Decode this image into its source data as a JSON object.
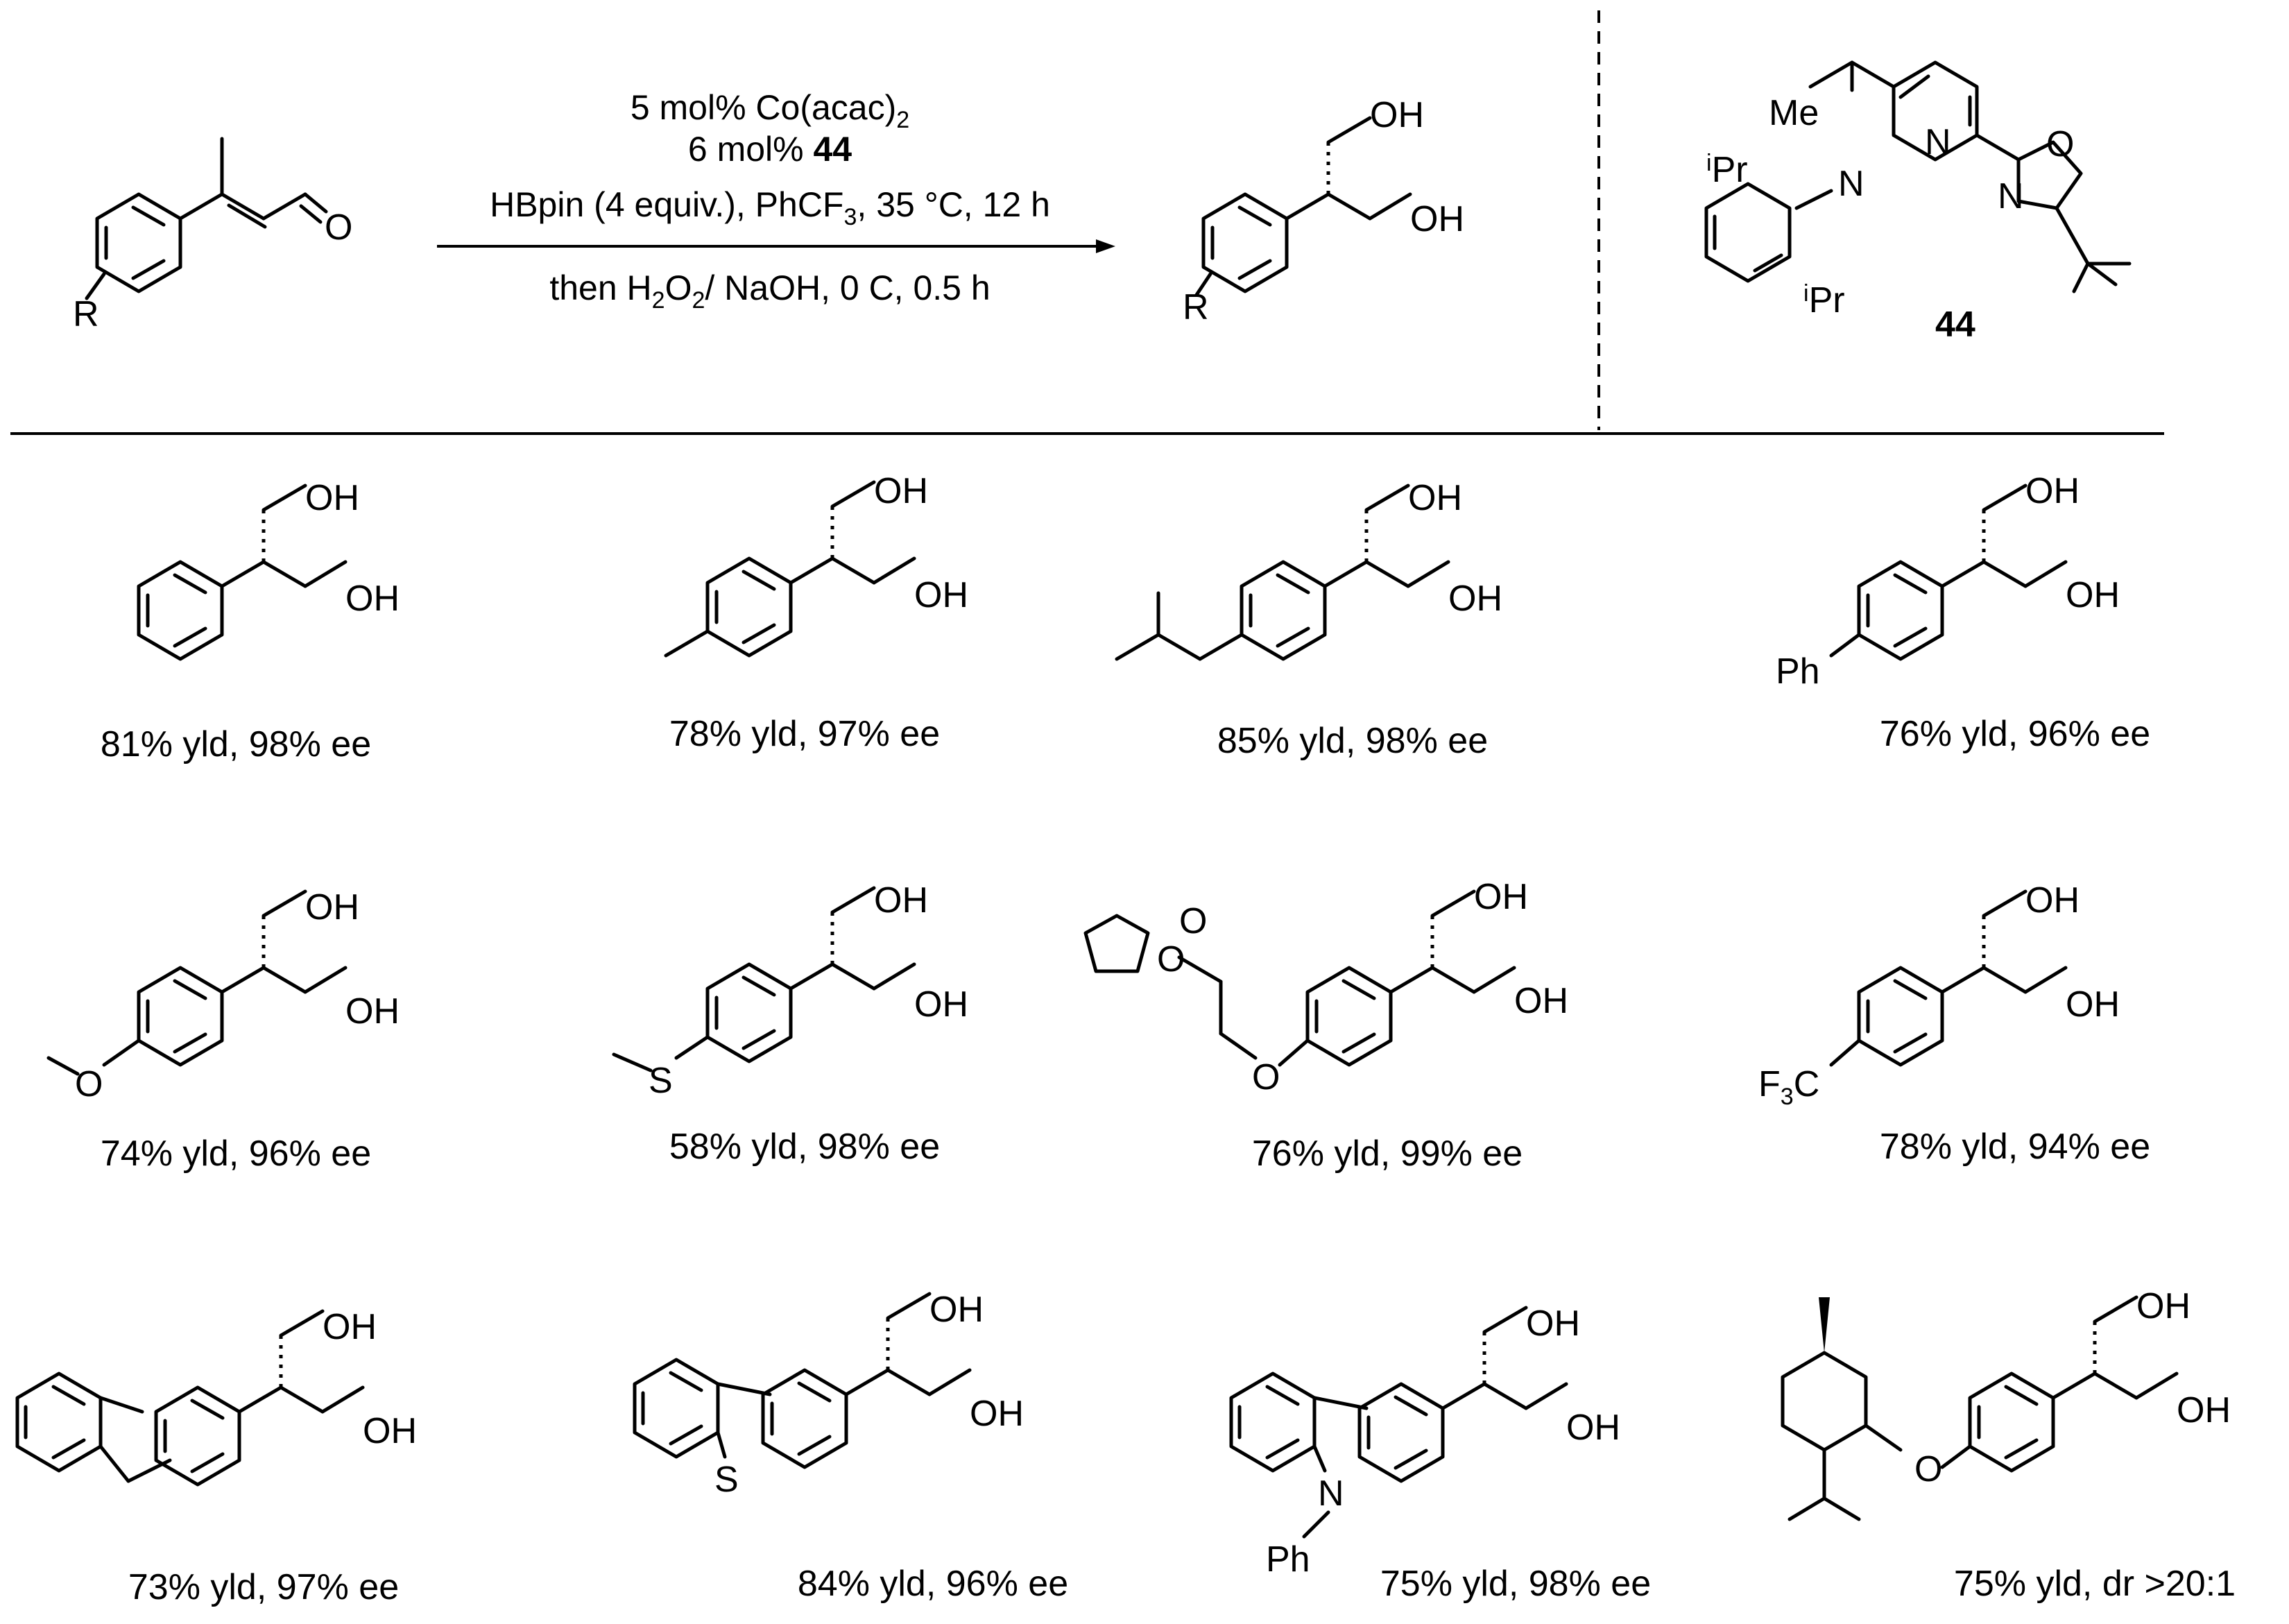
{
  "scheme": {
    "conditions": {
      "line1": "5 mol% Co(acac)",
      "line1_sub": "2",
      "line2_pre": "6 mol% ",
      "line2_bold": "44",
      "line3_pre": "HBpin (4 equiv.), PhCF",
      "line3_sub": "3",
      "line3_post": ", 35 °C, 12 h",
      "line4_pre": "then H",
      "line4_sub1": "2",
      "line4_mid": "O",
      "line4_sub2": "2",
      "line4_post": "/ NaOH, 0 C, 0.5 h"
    },
    "labels": {
      "R": "R",
      "O": "O",
      "OH": "OH",
      "N": "N",
      "Me": "Me",
      "iPr_sup": "i",
      "Pr": "Pr",
      "ligand": "44",
      "Ph": "Ph",
      "S": "S",
      "F3C_F": "F",
      "F3C_sub": "3",
      "F3C_C": "C"
    }
  },
  "products": [
    {
      "id": "p1",
      "result": "81% yld, 98% ee"
    },
    {
      "id": "p2",
      "result": "78% yld, 97% ee"
    },
    {
      "id": "p3",
      "result": "85% yld, 98% ee"
    },
    {
      "id": "p4",
      "result": "76% yld, 96% ee"
    },
    {
      "id": "p5",
      "result": "74% yld, 96% ee"
    },
    {
      "id": "p6",
      "result": "58% yld, 98% ee"
    },
    {
      "id": "p7",
      "result": "76% yld, 99% ee"
    },
    {
      "id": "p8",
      "result": "78% yld, 94% ee"
    },
    {
      "id": "p9",
      "result": "73% yld, 97% ee"
    },
    {
      "id": "p10",
      "result": "84% yld, 96% ee"
    },
    {
      "id": "p11",
      "result": "75% yld, 98% ee"
    },
    {
      "id": "p12",
      "result": "75% yld, dr >20:1"
    }
  ]
}
